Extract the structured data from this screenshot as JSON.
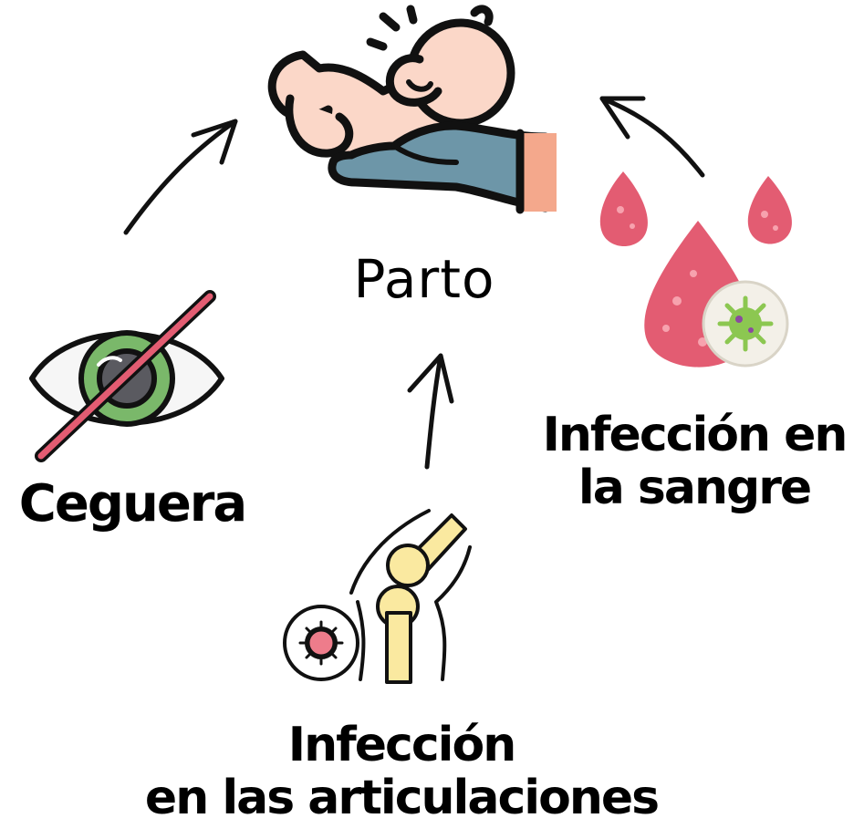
{
  "center": {
    "label": "Parto"
  },
  "nodes": {
    "ceguera": {
      "label": "Ceguera"
    },
    "sangre": {
      "line1": "Infección en",
      "line2": "la sangre"
    },
    "articulaciones": {
      "line1": "Infección",
      "line2": "en las articulaciones"
    }
  },
  "icons": {
    "baby": "baby-delivery-icon",
    "eye": "crossed-eye-icon",
    "blood": "infected-blood-drops-icon",
    "joint": "infected-knee-joint-icon"
  },
  "colors": {
    "text": "#000000",
    "skin": "#FBD7C8",
    "glove": "#6D96A8",
    "blood": "#E35C72",
    "blood_light": "#F07E8E",
    "virus_green": "#8CC751",
    "virus_purple": "#8A4A9F",
    "virus_pink": "#EE7C8B",
    "bone": "#FAE9A0",
    "iris": "#7AB86A",
    "slash": "#E35C72"
  }
}
